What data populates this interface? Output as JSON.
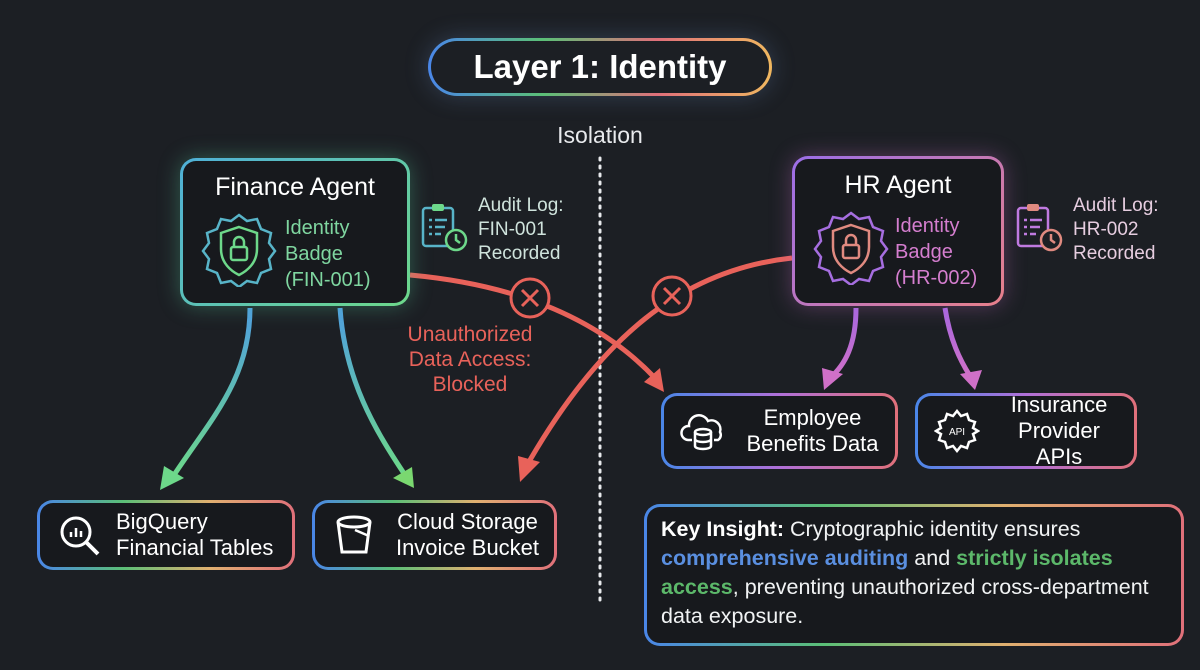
{
  "title": "Layer 1: Identity",
  "divider_label": "Isolation",
  "finance_agent": {
    "name": "Finance Agent",
    "badge": [
      "Identity",
      "Badge",
      "(FIN-001)"
    ],
    "audit": [
      "Audit Log:",
      "FIN-001",
      "Recorded"
    ],
    "resources": [
      {
        "icon": "bigquery-icon",
        "lines": [
          "BigQuery",
          "Financial Tables"
        ]
      },
      {
        "icon": "bucket-icon",
        "lines": [
          "Cloud Storage",
          "Invoice Bucket"
        ]
      }
    ]
  },
  "hr_agent": {
    "name": "HR Agent",
    "badge": [
      "Identity",
      "Badge",
      "(HR-002)"
    ],
    "audit": [
      "Audit Log:",
      "HR-002",
      "Recorded"
    ],
    "resources": [
      {
        "icon": "cloud-database-icon",
        "lines": [
          "Employee",
          "Benefits Data"
        ]
      },
      {
        "icon": "api-gear-icon",
        "lines": [
          "Insurance",
          "Provider APIs"
        ]
      }
    ]
  },
  "blocked_label": [
    "Unauthorized",
    "Data Access:",
    "Blocked"
  ],
  "insight": {
    "lead": "Key Insight:",
    "t1": " Cryptographic identity ensures ",
    "h1": "comprehensive auditing",
    "t2": " and ",
    "h2": "strictly isolates access",
    "t3": ", preventing unauthorized cross-department data exposure."
  },
  "colors": {
    "background": "#1c1f24",
    "blocked": "#e8625a",
    "finance": "#6dd88a",
    "hr": "#c07ae0"
  }
}
